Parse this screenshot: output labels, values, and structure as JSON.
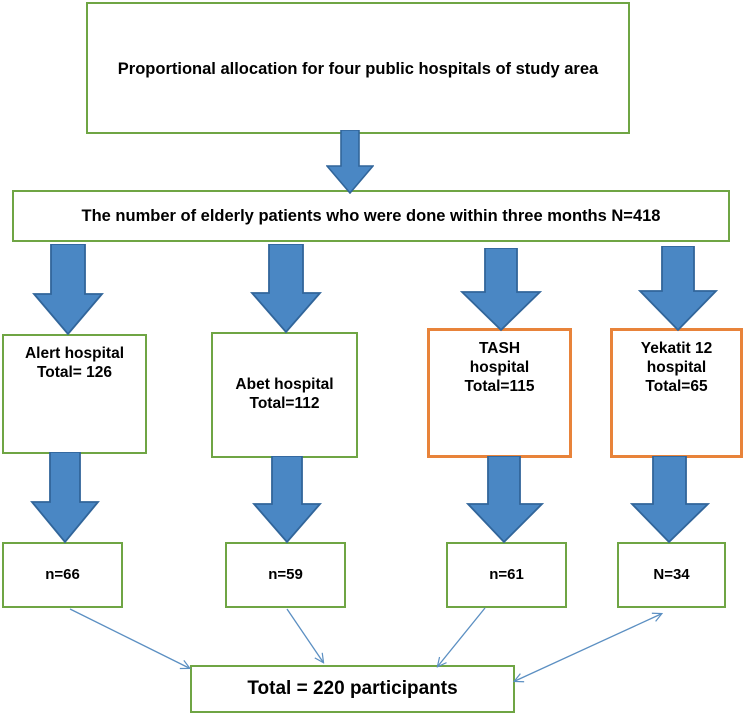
{
  "diagram": {
    "title": "Proportional allocation flow of elderly patients across four public hospitals",
    "colors": {
      "green_border": "#6FA544",
      "orange_border": "#E8833A",
      "arrow_fill": "#4A87C4",
      "arrow_stroke": "#31659A",
      "connector": "#5B8FC2",
      "text": "#000000",
      "background": "#FFFFFF"
    },
    "nodes": {
      "allocation": {
        "label": "Proportional allocation for four public hospitals of study area",
        "border": "green"
      },
      "patients": {
        "label": "The number of elderly patients who were done within three months N=418",
        "border": "green",
        "total": 418
      },
      "hospitals": [
        {
          "id": "alert",
          "label": "Alert hospital\nTotal= 126",
          "name": "Alert hospital",
          "total": 126,
          "border": "green"
        },
        {
          "id": "abet",
          "label": "Abet hospital\nTotal=112",
          "name": "Abet hospital",
          "total": 112,
          "border": "green"
        },
        {
          "id": "tash",
          "label": "TASH\nhospital\nTotal=115",
          "name": "TASH hospital",
          "total": 115,
          "border": "orange"
        },
        {
          "id": "yekatit",
          "label": "Yekatit 12\nhospital\nTotal=65",
          "name": "Yekatit 12 hospital",
          "total": 65,
          "border": "orange"
        }
      ],
      "samples": [
        {
          "id": "n1",
          "label": "n=66",
          "value": 66,
          "border": "green"
        },
        {
          "id": "n2",
          "label": "n=59",
          "value": 59,
          "border": "green"
        },
        {
          "id": "n3",
          "label": "n=61",
          "value": 61,
          "border": "green"
        },
        {
          "id": "n4",
          "label": "N=34",
          "value": 34,
          "border": "green"
        }
      ],
      "total": {
        "label": "Total = 220 participants",
        "value": 220,
        "border": "green"
      }
    }
  }
}
